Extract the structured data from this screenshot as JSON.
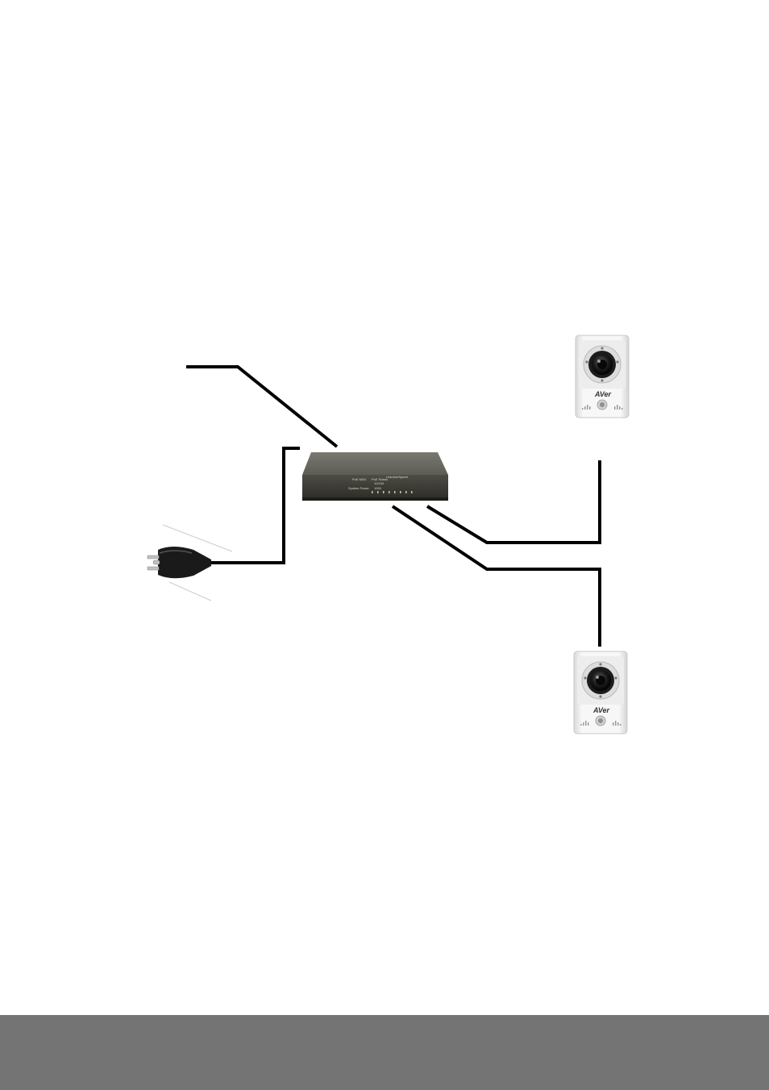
{
  "diagram": {
    "title": "PoE switch connection diagram",
    "switch": {
      "panel_labels": [
        "PoE MAX",
        "PoE Status",
        "System Power",
        "Link/Act/Speed",
        "1000",
        "10/100"
      ],
      "port_numbers": [
        "1",
        "2",
        "3",
        "4",
        "5",
        "6",
        "7",
        "8"
      ]
    },
    "cameras": [
      {
        "brand": "AVer"
      },
      {
        "brand": "AVer"
      }
    ]
  },
  "colors": {
    "cable": "#000000",
    "switch_body": "#5f5e56",
    "camera_body": "#f2f2f2",
    "footer": "#747474"
  },
  "icons": [
    "power-plug-icon",
    "poe-switch-icon",
    "ip-camera-icon"
  ]
}
